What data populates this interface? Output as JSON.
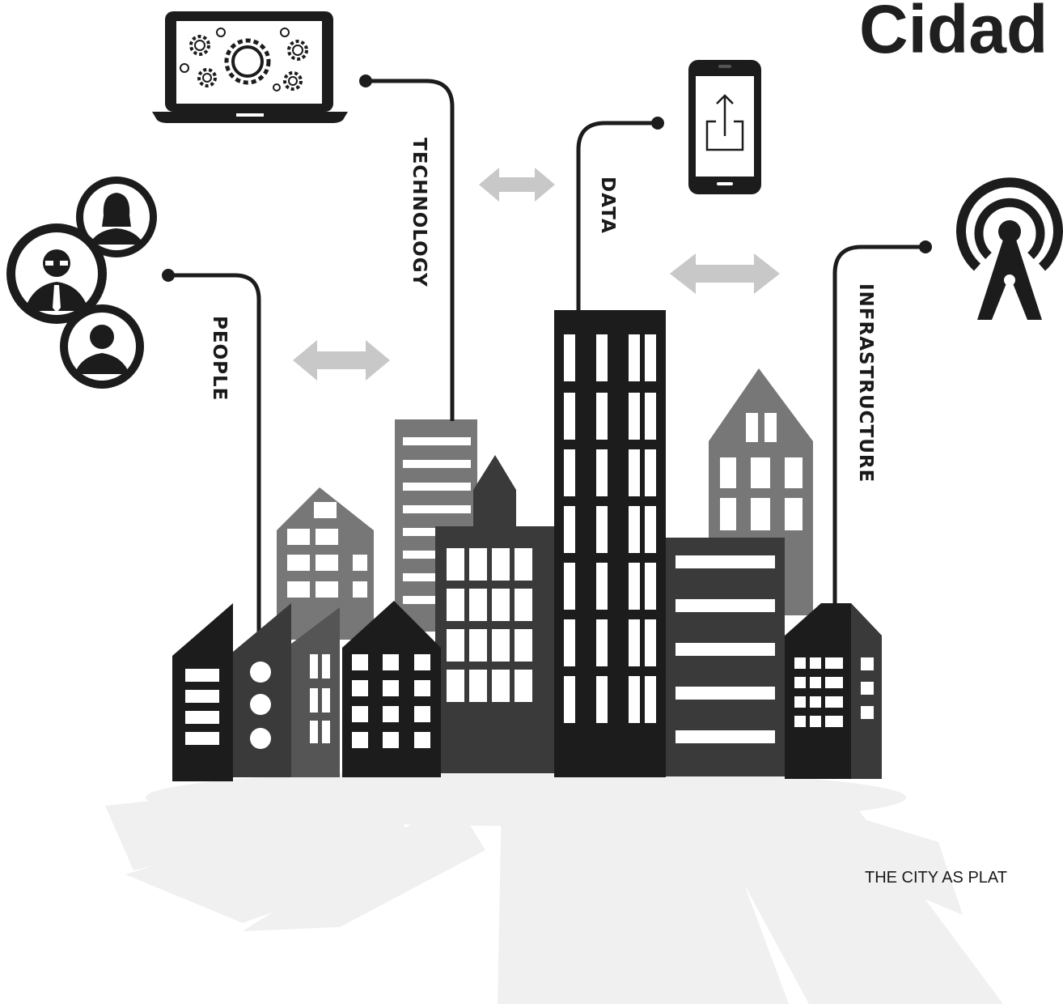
{
  "title": "Cidad",
  "caption": "THE CITY AS PLAT",
  "labels": {
    "people": "PEOPLE",
    "technology": "TECHNOLOGY",
    "data": "DATA",
    "infrastructure": "INFRASTRUCTURE"
  },
  "colors": {
    "dark": "#1c1c1c",
    "mid": "#3a3a3a",
    "gray": "#777777",
    "arrow": "#c8c8c8",
    "ground": "#f0f0f0"
  },
  "icons": {
    "laptop": "laptop-gears-icon",
    "phone": "phone-share-icon",
    "tower": "signal-tower-icon",
    "people": "people-avatars-icon"
  }
}
